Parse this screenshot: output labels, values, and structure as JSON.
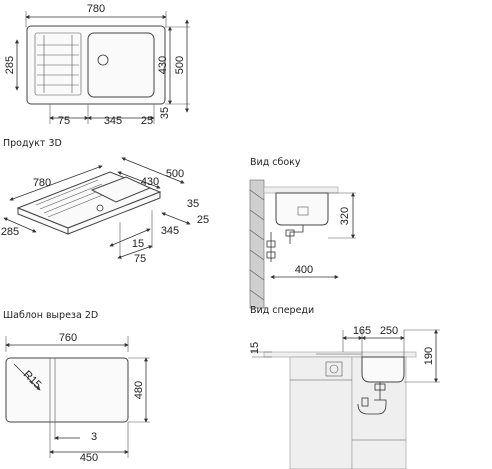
{
  "headings": {
    "product_3d": "Продукт 3D",
    "side_view": "Вид сбоку",
    "cutout_template": "Шаблон выреза 2D",
    "front_view": "Вид спереди"
  },
  "top_view": {
    "width": "780",
    "depth_left": "285",
    "depth_total_inner": "430",
    "depth_total_outer": "500",
    "bottom_a": "75",
    "bottom_b": "345",
    "bottom_c": "25",
    "right_small": "35"
  },
  "iso_view": {
    "width": "780",
    "w430": "430",
    "w500": "500",
    "d35": "35",
    "d285": "285",
    "d25": "25",
    "d345": "345",
    "d15": "15",
    "d75": "75"
  },
  "side_view": {
    "height": "320",
    "width": "400"
  },
  "cutout": {
    "width": "760",
    "radius": "R15",
    "height": "480",
    "offset": "3",
    "bottom": "450"
  },
  "front_view": {
    "left_small": "15",
    "w165": "165",
    "w250": "250",
    "height": "190"
  }
}
